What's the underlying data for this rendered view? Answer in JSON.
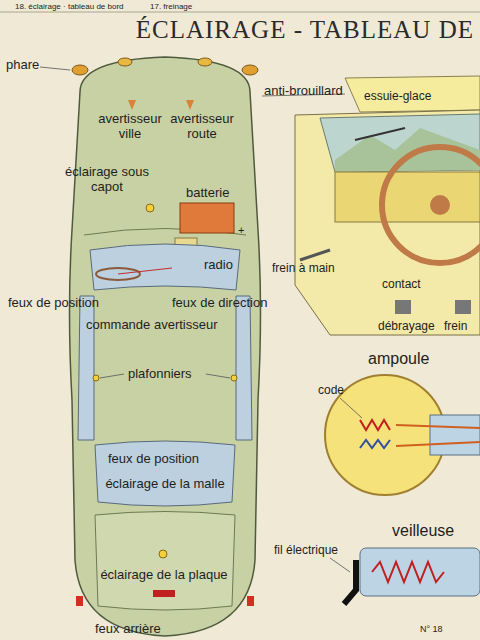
{
  "diagram": {
    "title": "ÉCLAIRAGE - TABLEAU DE",
    "labels": [
      "18. éclairage · tableau de bord",
      "17. freinage",
      "phare",
      "anti-brouillard",
      "avertisseur ville",
      "avertisseur route",
      "éclairage sous capot",
      "batterie",
      "+",
      "radio",
      "feux de position",
      "feux de direction",
      "commande avertisseur",
      "plafonniers",
      "feux de position",
      "éclairage de la malle",
      "éclairage de la plaque",
      "feux arrière",
      "essuie-glace",
      "frein à main",
      "contact",
      "débrayage",
      "frein",
      "ampoule",
      "code",
      "veilleuse",
      "fil électrique",
      "N° 18"
    ]
  }
}
